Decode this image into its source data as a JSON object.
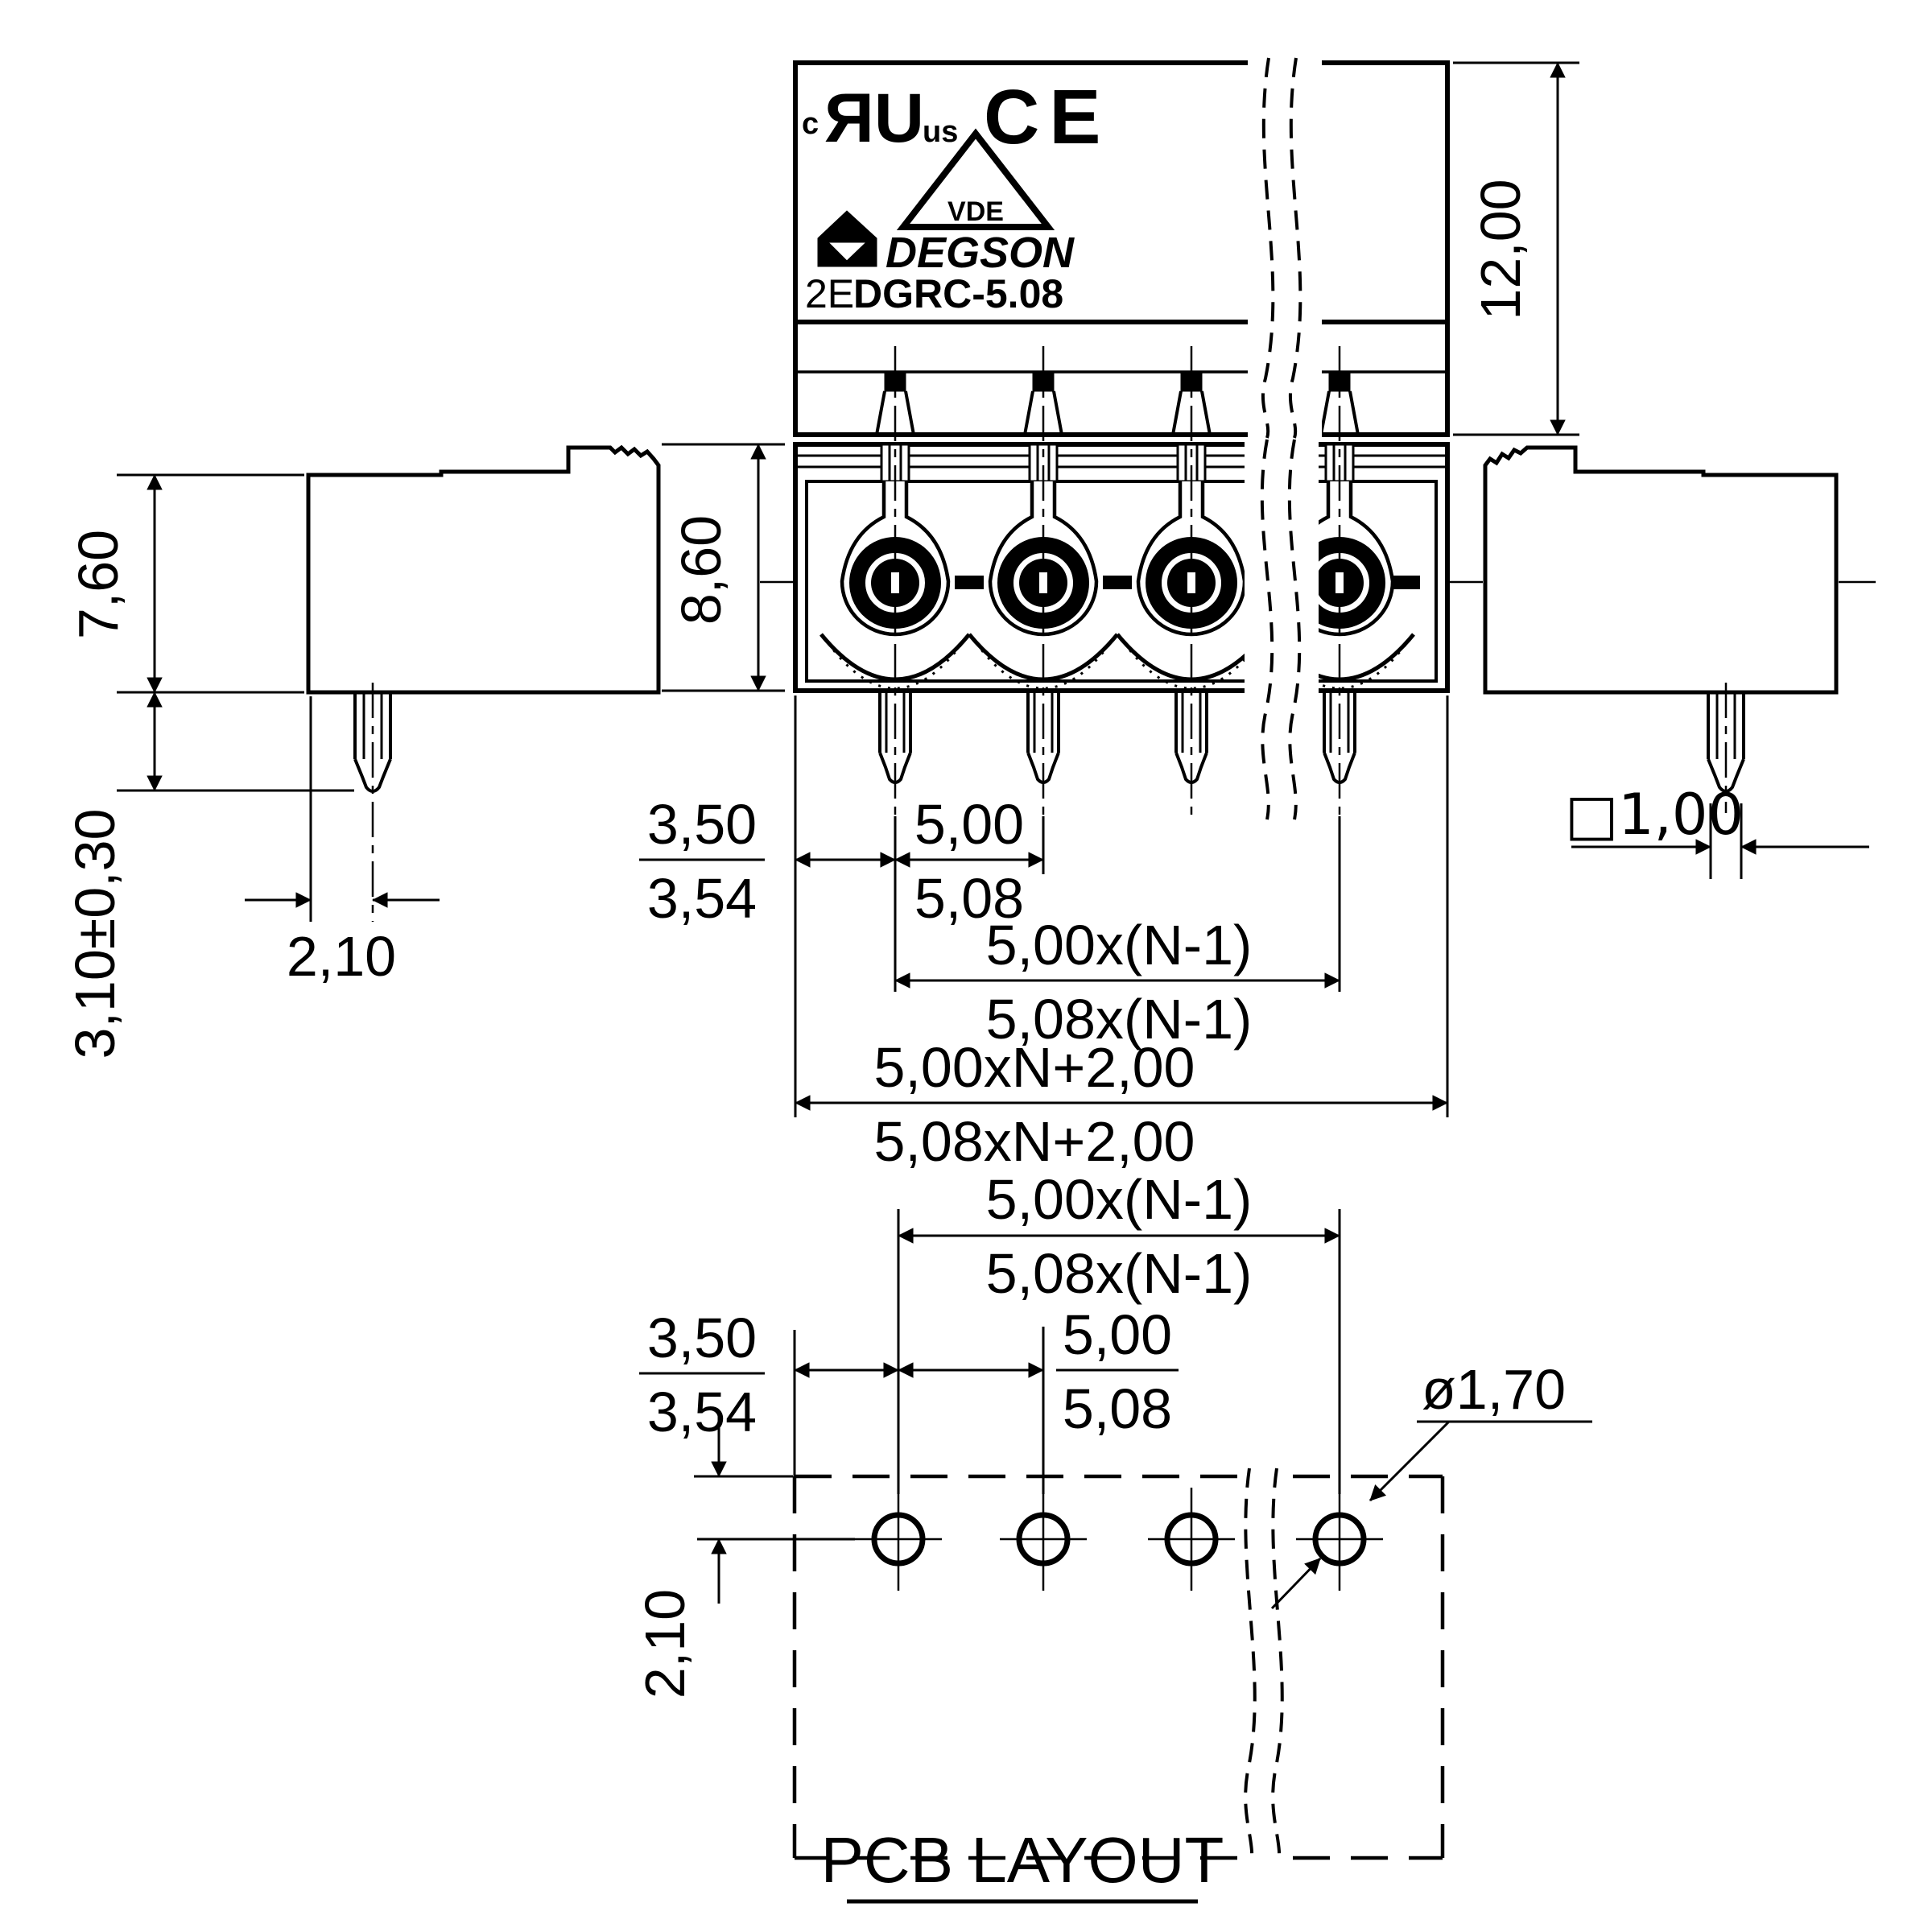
{
  "drawing": {
    "brand": "DEGSON",
    "part_prefix": "2E",
    "part_main": "DGRC-5.08",
    "marks": {
      "ul_c": "c",
      "ul_main": "ЯU",
      "ul_us": "us",
      "ce": "CE",
      "vde": "VDE"
    },
    "top_view": {
      "height": "12,00"
    },
    "front_view": {
      "height": "8,60",
      "edge_to_pin": "3,50",
      "edge_to_pin_alt": "3,54",
      "pitch": "5,00",
      "pitch_alt": "5,08",
      "span": "5,00x(N-1)",
      "span_alt": "5,08x(N-1)",
      "total": "5,00xN+2,00",
      "total_alt": "5,08xN+2,00"
    },
    "left_view": {
      "height": "7,60",
      "pin_protrusion": "3,10±0,30",
      "pin_offset": "2,10"
    },
    "right_view": {
      "pin_square": "□1,00"
    },
    "pcb": {
      "title": "PCB LAYOUT",
      "span": "5,00x(N-1)",
      "span_alt": "5,08x(N-1)",
      "pitch": "5,00",
      "pitch_alt": "5,08",
      "edge": "3,50",
      "edge_alt": "3,54",
      "hole_dia": "ø1,70",
      "top_offset": "2,10"
    }
  }
}
